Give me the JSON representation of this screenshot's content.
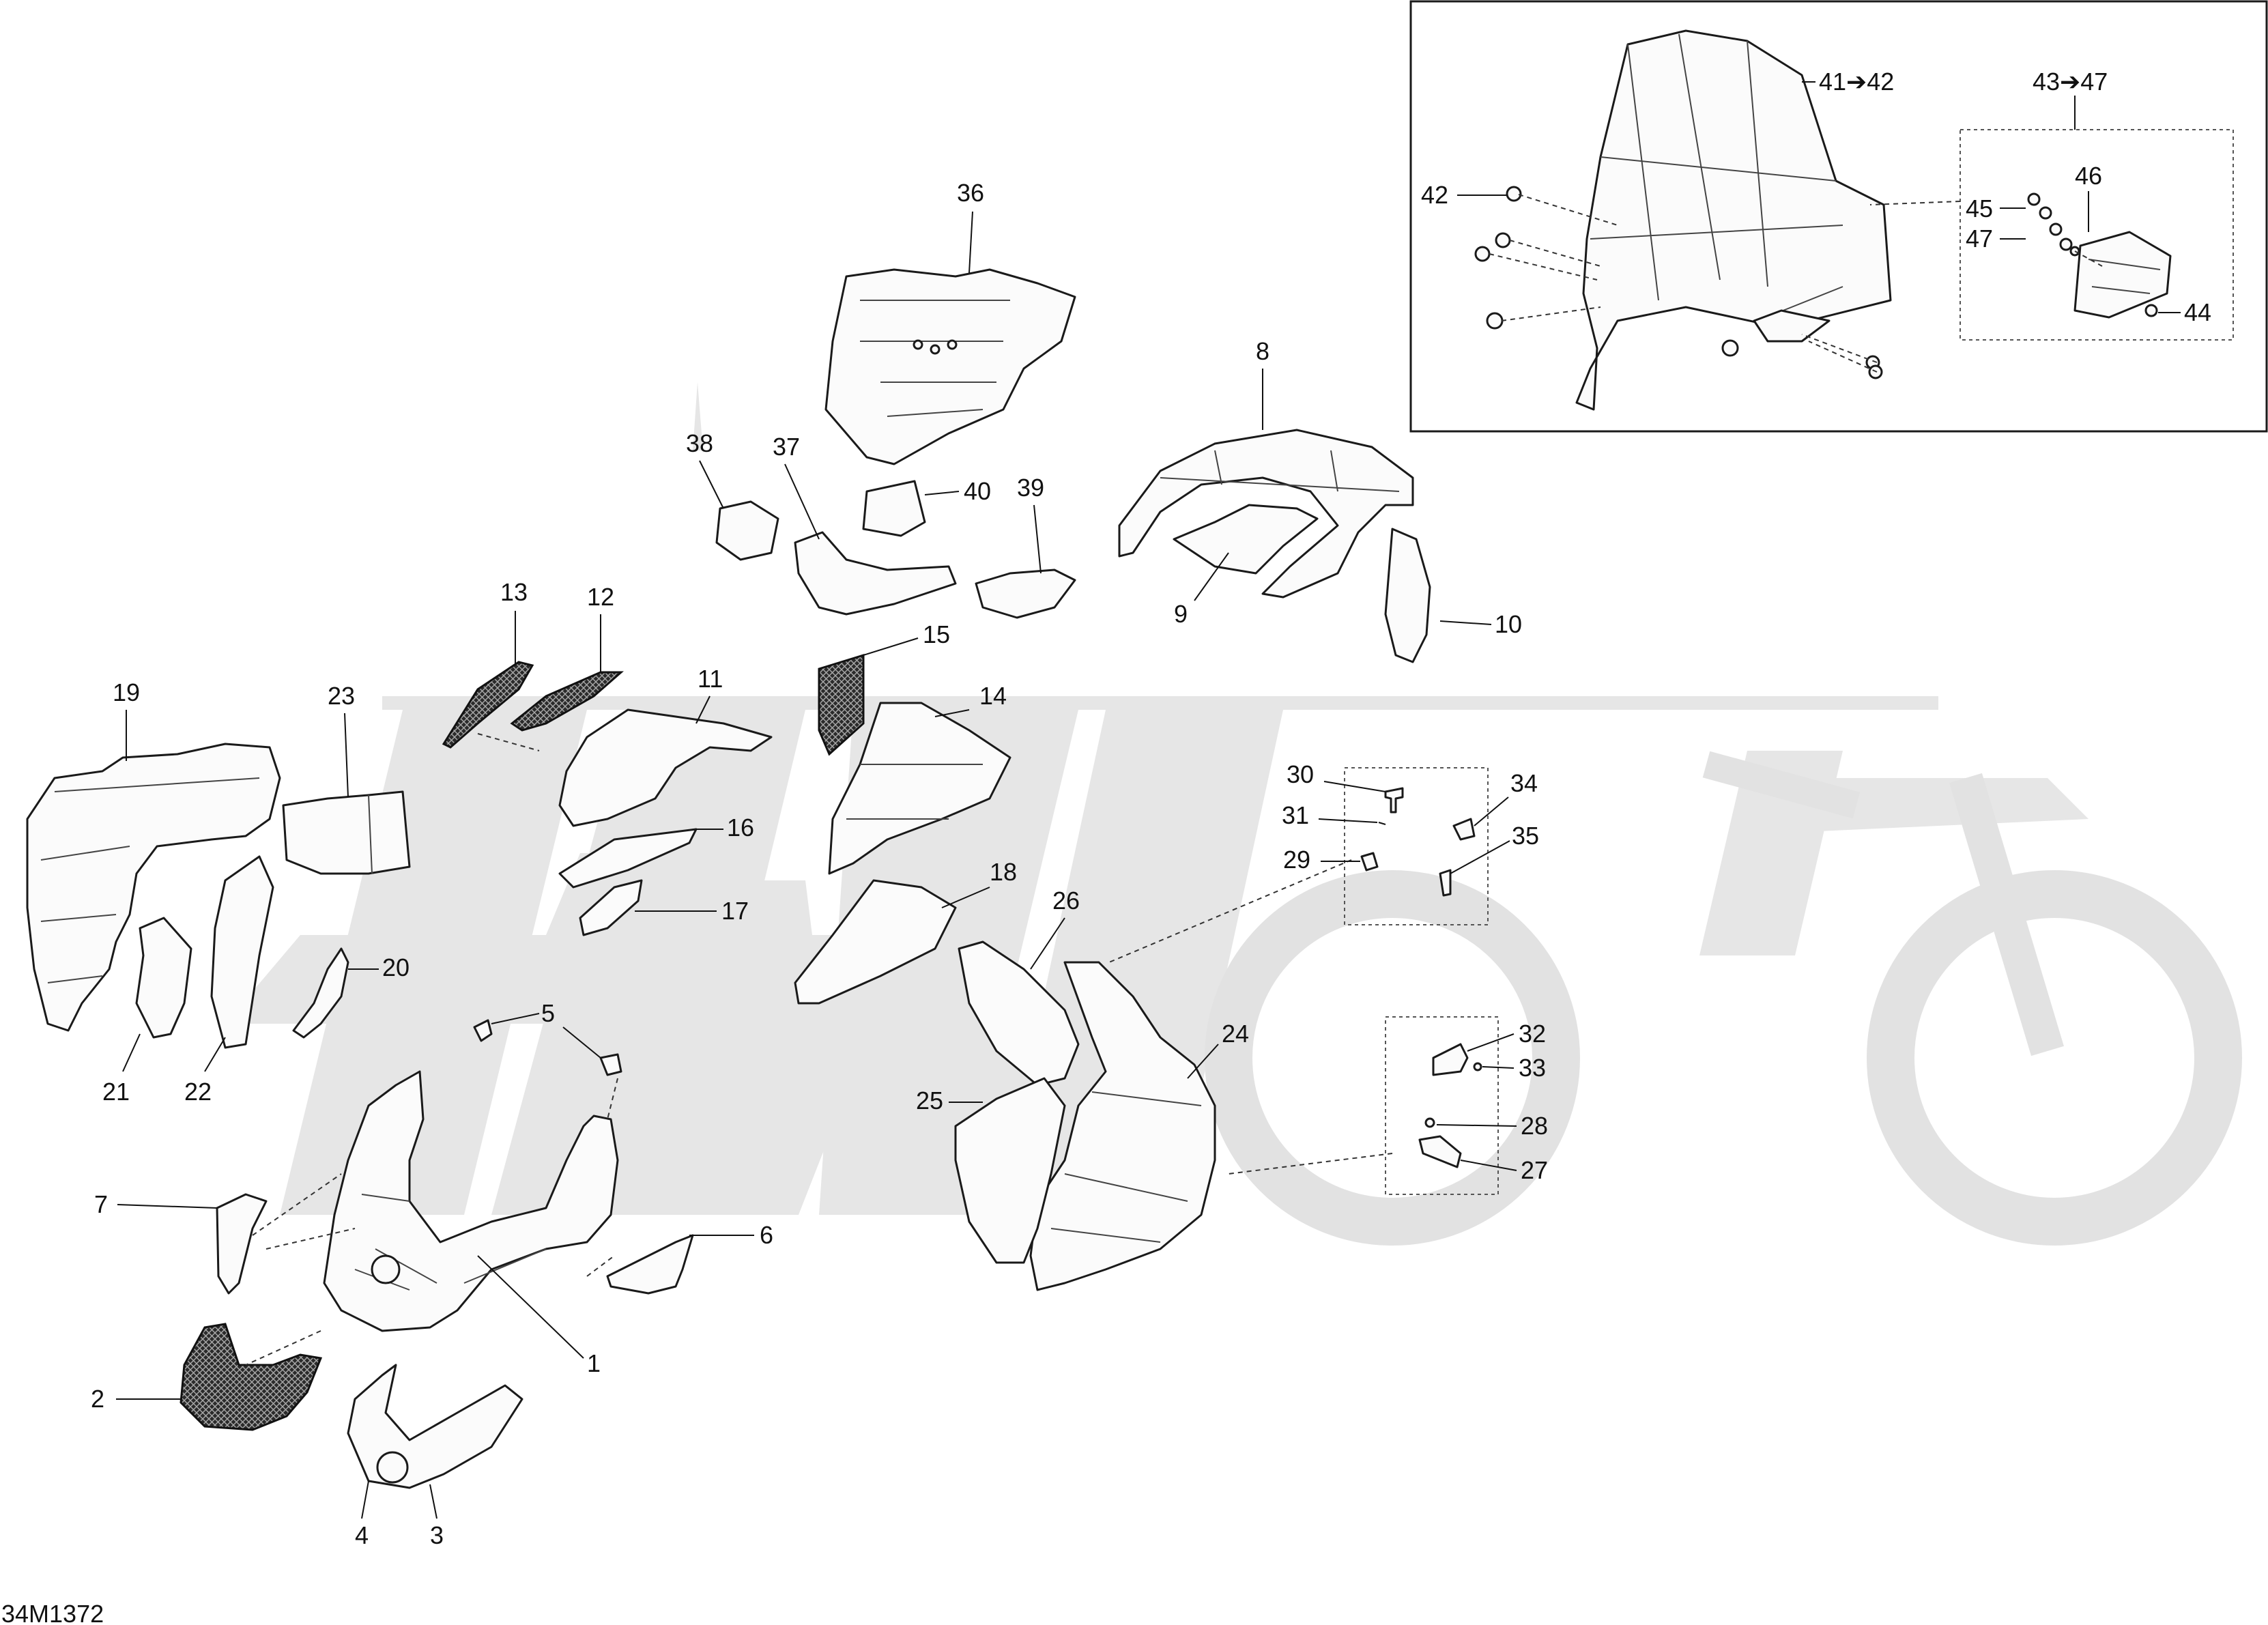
{
  "diagram": {
    "code": "34M1372",
    "callouts": [
      "1",
      "2",
      "3",
      "4",
      "5",
      "6",
      "7",
      "8",
      "9",
      "10",
      "11",
      "12",
      "13",
      "14",
      "15",
      "16",
      "17",
      "18",
      "19",
      "20",
      "21",
      "22",
      "23",
      "24",
      "25",
      "26",
      "27",
      "28",
      "29",
      "30",
      "31",
      "32",
      "33",
      "34",
      "35",
      "36",
      "37",
      "38",
      "39",
      "40",
      "41",
      "42",
      "43",
      "44",
      "45",
      "46",
      "47"
    ],
    "inset_labels": {
      "range_41_42": "41➔42",
      "range_43_47": "43➔47",
      "l42": "42",
      "l44": "44",
      "l45": "45",
      "l46": "46",
      "l47": "47"
    }
  }
}
